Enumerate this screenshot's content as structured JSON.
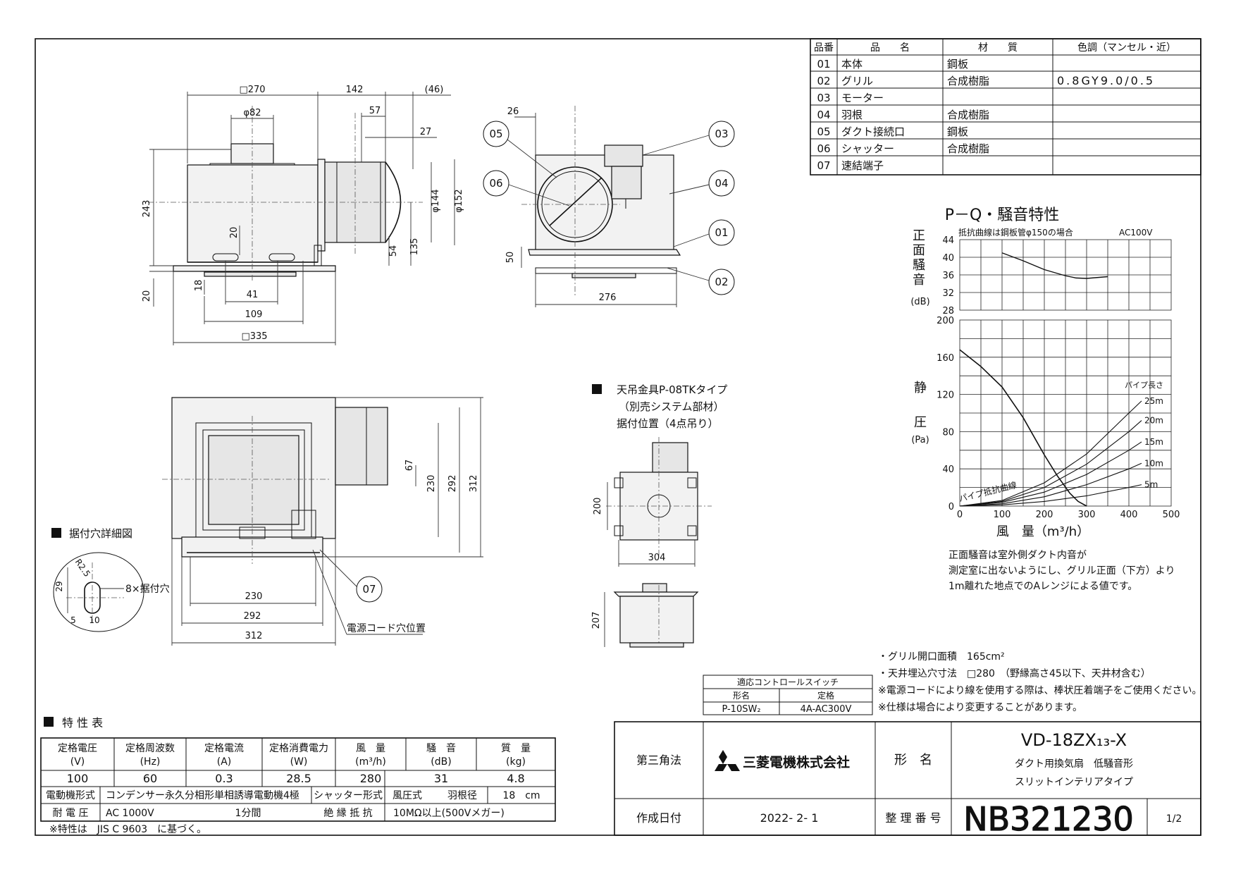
{
  "parts_table": {
    "headers": [
      "品番",
      "品　　名",
      "材　　質",
      "色調（マンセル・近）"
    ],
    "rows": [
      [
        "01",
        "本体",
        "鋼板",
        ""
      ],
      [
        "02",
        "グリル",
        "合成樹脂",
        "0.8GY9.0/0.5"
      ],
      [
        "03",
        "モーター",
        "",
        ""
      ],
      [
        "04",
        "羽根",
        "合成樹脂",
        ""
      ],
      [
        "05",
        "ダクト接続口",
        "鋼板",
        ""
      ],
      [
        "06",
        "シャッター",
        "合成樹脂",
        ""
      ],
      [
        "07",
        "速結端子",
        "",
        ""
      ]
    ]
  },
  "front_view": {
    "dims": {
      "w270": "□270",
      "d142": "142",
      "d46": "(46)",
      "phi82": "φ82",
      "d57": "57",
      "d27": "27",
      "h243": "243",
      "phi144": "φ144",
      "phi152": "φ152",
      "d20a": "20",
      "d54": "54",
      "d135": "135",
      "d20b": "20",
      "d18": "18",
      "d41": "41",
      "d109": "109",
      "w335": "□335"
    }
  },
  "side_view": {
    "dims": {
      "d26": "26",
      "d50": "50",
      "d276": "276"
    },
    "callouts": [
      "05",
      "06",
      "03",
      "04",
      "01",
      "02"
    ]
  },
  "bottom_view": {
    "dims": {
      "d67": "67",
      "d230v": "230",
      "d292v": "292",
      "d312v": "312",
      "d230": "230",
      "d292": "292",
      "d312": "312"
    },
    "callout": "07",
    "cord_label": "電源コード穴位置"
  },
  "mount_detail": {
    "title": "据付穴詳細図",
    "dims": {
      "r": "R2.5",
      "d29": "29",
      "d5": "5",
      "d10": "10"
    },
    "label": "8×据付穴"
  },
  "hanger": {
    "title_line1": "天吊金具P-08TKタイプ",
    "title_line2": "（別売システム部材）",
    "title_line3": "据付位置（4点吊り）",
    "dims": {
      "d200": "200",
      "d304": "304",
      "d207": "207"
    }
  },
  "chart_data": [
    {
      "type": "line",
      "title": "P－Q・騒音特性",
      "note_top": "抵抗曲線は鋼板管φ150の場合",
      "power": "AC100V",
      "ylabel": "正面騒音",
      "yunit": "(dB)",
      "yticks": [
        28,
        32,
        36,
        40,
        44
      ],
      "ylim": [
        28,
        44
      ],
      "xlim": [
        0,
        500
      ],
      "series": [
        {
          "x": [
            100,
            150,
            200,
            250,
            275,
            300,
            350
          ],
          "values": [
            41,
            39.2,
            37.2,
            35.8,
            35.3,
            35.2,
            35.6
          ]
        }
      ]
    },
    {
      "type": "line",
      "ylabel_top": "静",
      "ylabel_bottom": "圧",
      "yunit": "(Pa)",
      "xlabel": "風　量（m³/h）",
      "xticks": [
        0,
        100,
        200,
        300,
        400,
        500
      ],
      "yticks": [
        0,
        40,
        80,
        120,
        160,
        200
      ],
      "xlim": [
        0,
        500
      ],
      "ylim": [
        0,
        200
      ],
      "legend_title": "パイプ長さ",
      "resistance_label": "パイプ抵抗曲線",
      "series": [
        {
          "name": "PQ",
          "x": [
            0,
            50,
            100,
            150,
            200,
            230,
            260,
            280,
            300
          ],
          "values": [
            168,
            150,
            128,
            95,
            55,
            33,
            14,
            5,
            0
          ]
        },
        {
          "name": "25m",
          "x": [
            0,
            100,
            200,
            300,
            400,
            430
          ],
          "values": [
            0,
            6,
            25,
            56,
            100,
            113
          ]
        },
        {
          "name": "20m",
          "x": [
            0,
            100,
            200,
            300,
            400,
            430
          ],
          "values": [
            0,
            5,
            20,
            45,
            80,
            92
          ]
        },
        {
          "name": "15m",
          "x": [
            0,
            100,
            200,
            300,
            400,
            430
          ],
          "values": [
            0,
            4,
            15,
            34,
            60,
            69
          ]
        },
        {
          "name": "10m",
          "x": [
            0,
            100,
            200,
            300,
            400,
            430
          ],
          "values": [
            0,
            2.5,
            10,
            23,
            40,
            46
          ]
        },
        {
          "name": "5m",
          "x": [
            0,
            100,
            200,
            300,
            400,
            430
          ],
          "values": [
            0,
            1.3,
            5,
            11,
            20,
            23
          ]
        }
      ]
    }
  ],
  "chart_notes": [
    "正面騒音は室外側ダクト内音が",
    "測定室に出ないようにし、グリル正面（下方）より",
    "1m離れた地点でのAレンジによる値です。"
  ],
  "spec_notes": [
    "・グリル開口面積　165cm²",
    "・天井埋込穴寸法　□280　（野縁高さ45以下、天井材含む）",
    "※電源コードにより線を使用する際は、棒状圧着端子をご使用ください。",
    "※仕様は場合により変更することがあります。"
  ],
  "switch_table": {
    "title": "適応コントロールスイッチ",
    "headers": [
      "形名",
      "定格"
    ],
    "row": [
      "P-10SW₂",
      "4A-AC300V"
    ]
  },
  "characteristics": {
    "title": "特 性 表",
    "headers": [
      [
        "定格電圧",
        "(V)"
      ],
      [
        "定格周波数",
        "(Hz)"
      ],
      [
        "定格電流",
        "(A)"
      ],
      [
        "定格消費電力",
        "(W)"
      ],
      [
        "風　量",
        "(m³/h)"
      ],
      [
        "騒　音",
        "(dB)"
      ],
      [
        "質　量",
        "(kg)"
      ]
    ],
    "values": [
      "100",
      "60",
      "0.3",
      "28.5",
      "280",
      "31",
      "4.8"
    ],
    "motor_label": "電動機形式",
    "motor_value": "コンデンサー永久分相形単相誘導電動機4極",
    "shutter_label": "シャッター形式",
    "shutter_value": "風圧式",
    "blade_label": "羽根径",
    "blade_value": "18　cm",
    "voltage_label": "耐 電 圧",
    "voltage_value": "AC 1000V",
    "voltage_time": "1分間",
    "insulation_label": "絶 縁 抵 抗",
    "insulation_value": "10MΩ以上(500Vメガー)",
    "footnote": "※特性は　JIS C 9603　に基づく。"
  },
  "title_block": {
    "projection": "第三角法",
    "company": "三菱電機株式会社",
    "model_label": "形　名",
    "model": "VD-18ZX₁₃-X",
    "desc1": "ダクト用換気扇　低騒音形",
    "desc2": "スリットインテリアタイプ",
    "date_label": "作成日付",
    "date": "2022- 2- 1",
    "doc_label": "整 理 番 号",
    "doc_no": "NB321230",
    "page": "1/2"
  },
  "colors": {
    "line": "#111111",
    "grid": "#222222",
    "shade": "#e6e6e6"
  }
}
